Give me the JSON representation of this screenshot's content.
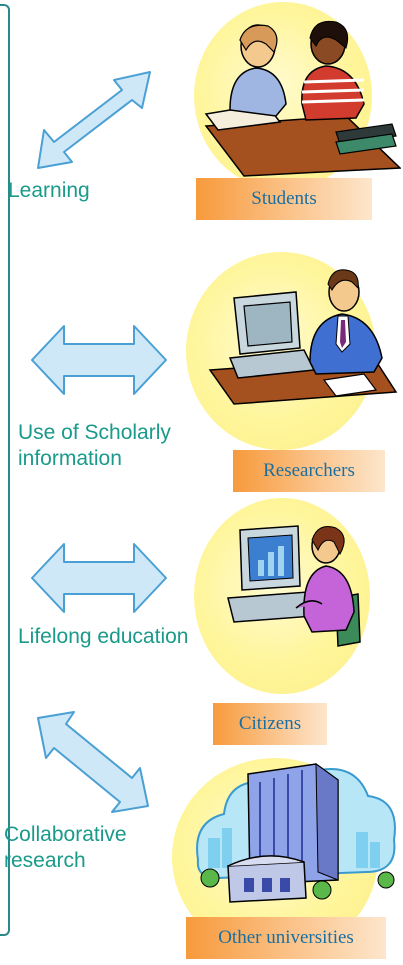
{
  "relations": [
    {
      "label_lines": [
        "Learning"
      ]
    },
    {
      "label_lines": [
        "Use of Scholarly",
        "information"
      ]
    },
    {
      "label_lines": [
        "Lifelong education"
      ]
    },
    {
      "label_lines": [
        "Collaborative",
        "research"
      ]
    }
  ],
  "roles": [
    {
      "label": "Students",
      "icon": "students-clipart"
    },
    {
      "label": "Researchers",
      "icon": "researcher-clipart"
    },
    {
      "label": "Citizens",
      "icon": "citizen-computer-clipart"
    },
    {
      "label": "Other universities",
      "icon": "university-building-clipart"
    }
  ],
  "colors": {
    "frame": "#2a8a8a",
    "relation_text": "#1a9a8a",
    "arrow_fill": "#cfe8f7",
    "arrow_stroke": "#4aa0d4",
    "role_box_start": "#f79a3c",
    "role_box_end": "#fde6cc",
    "role_text": "#1a6fa0",
    "circle_fill": "#fff59a"
  }
}
